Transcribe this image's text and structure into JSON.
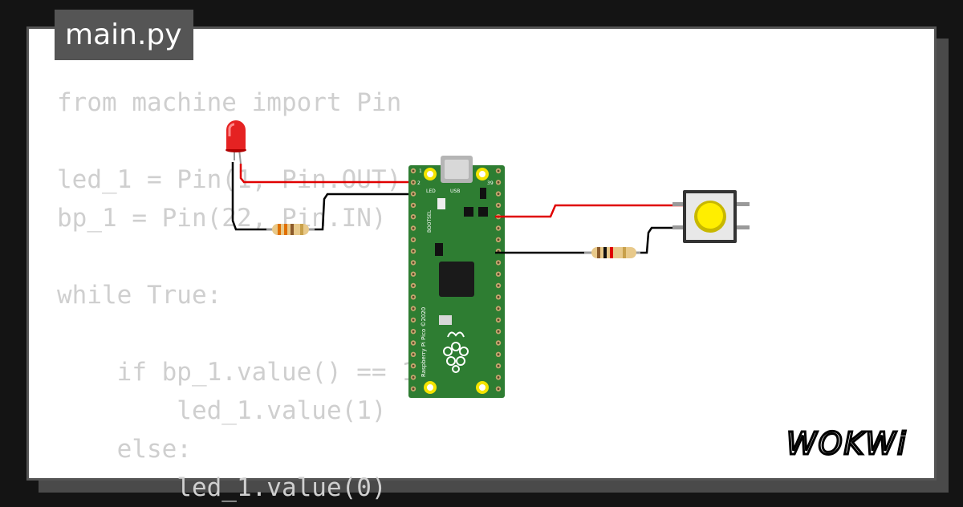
{
  "editor": {
    "file_tab": "main.py",
    "code_lines": [
      "from machine import Pin",
      "",
      "led_1 = Pin(1, Pin.OUT)",
      "bp_1 = Pin(22, Pin.IN)",
      "",
      "while True:",
      "",
      "    if bp_1.value() == 1:",
      "        led_1.value(1)",
      "    else:",
      "        led_1.value(0)"
    ]
  },
  "board": {
    "name": "Raspberry Pi Pico ©2020",
    "usb_label": "USB",
    "led_label": "LED",
    "bootsel_label": "BOOTSEL",
    "pin_labels": [
      "1",
      "2",
      "39"
    ]
  },
  "components": {
    "led": "led-red",
    "resistor_1": "resistor",
    "resistor_2": "resistor",
    "pushbutton": "pushbutton-yellow"
  },
  "brand": {
    "logo_text": "WOKWi"
  },
  "colors": {
    "background": "#141414",
    "card": "#ffffff",
    "tab": "#555555",
    "code_text": "#cfcfcf",
    "board_green": "#2e7d32",
    "wire_red": "#e00000",
    "wire_black": "#000000",
    "button_yellow": "#ffee00"
  }
}
